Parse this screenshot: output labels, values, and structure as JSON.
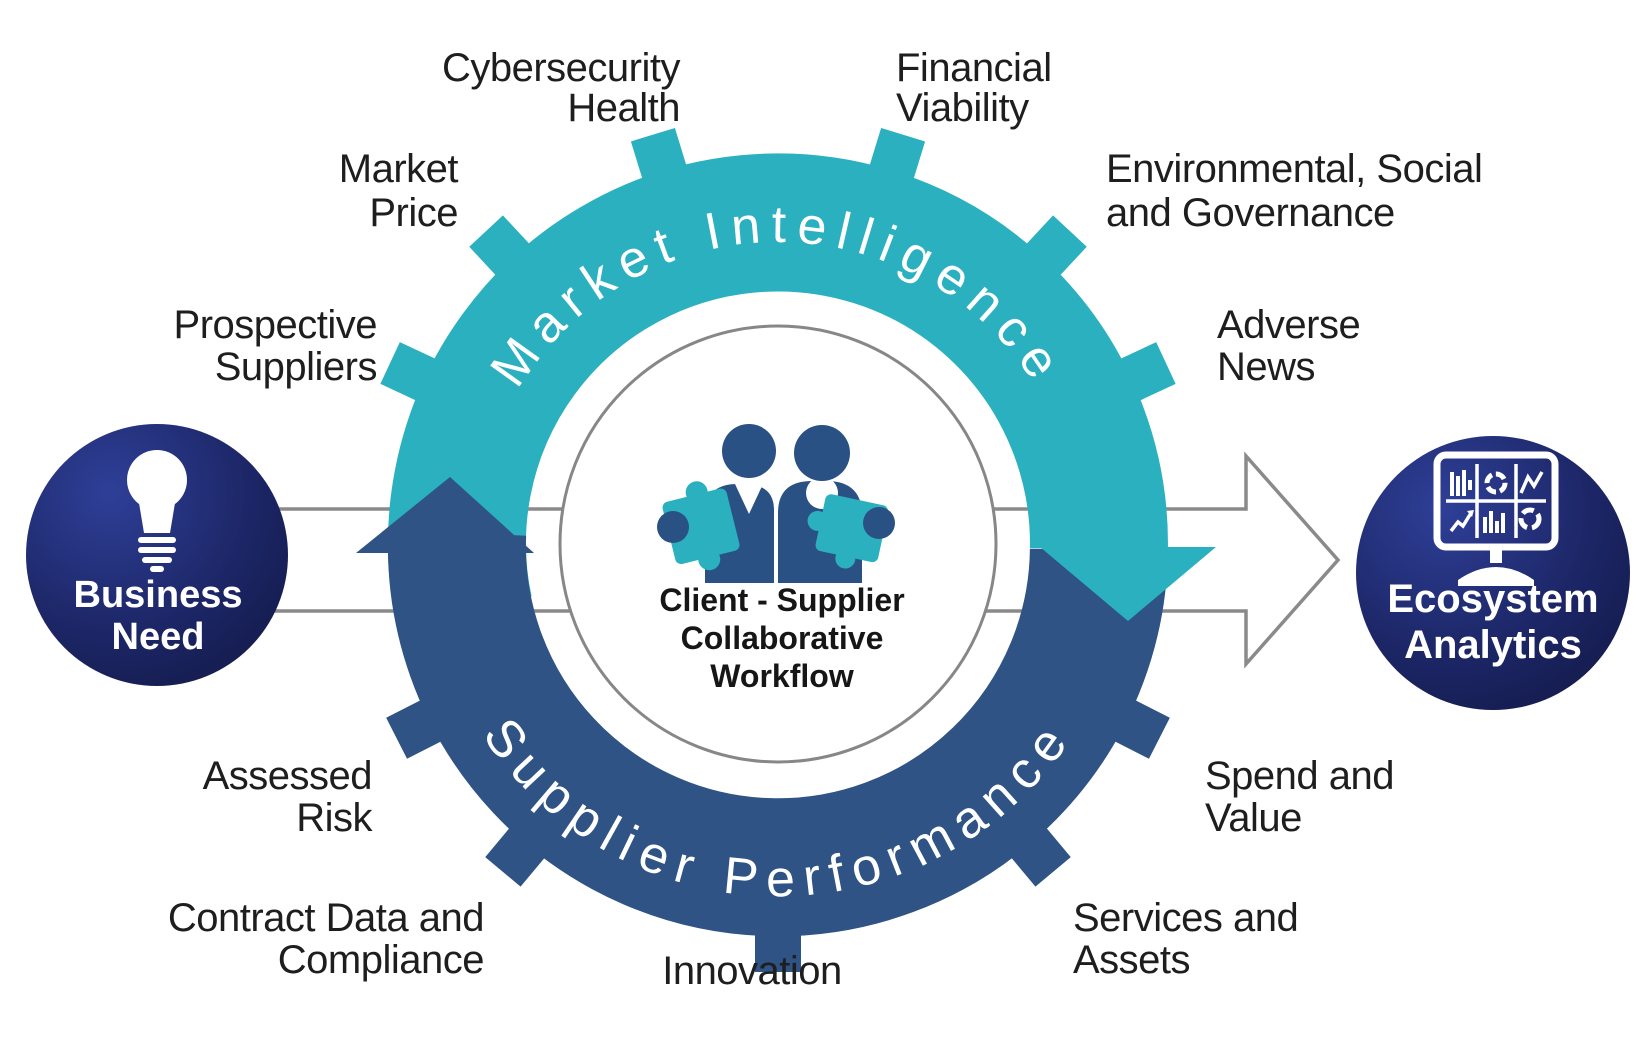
{
  "colors": {
    "teal": "#2BB0BF",
    "band_blue": "#2E5384",
    "navy_gradient_light": "#2B3A8C",
    "navy_gradient_dark": "#131B4D",
    "outline_gray": "#8A8A8A",
    "label_text": "#1E1E1E",
    "white": "#FFFFFF"
  },
  "bands": {
    "top": {
      "label": "Market Intelligence",
      "color": "#2BB0BF"
    },
    "bottom": {
      "label": "Supplier Performance",
      "color": "#2E5384"
    }
  },
  "center": {
    "icon": "people-puzzle-icon",
    "lines": [
      "Client - Supplier",
      "Collaborative",
      "Workflow"
    ]
  },
  "nodes": {
    "left": {
      "icon": "lightbulb-icon",
      "lines": [
        "Business",
        "Need"
      ]
    },
    "right": {
      "icon": "dashboard-monitor-icon",
      "lines": [
        "Ecosystem",
        "Analytics"
      ]
    }
  },
  "labels": {
    "cybersecurity": {
      "lines": [
        "Cybersecurity",
        "Health"
      ]
    },
    "financial": {
      "lines": [
        "Financial",
        "Viability"
      ]
    },
    "market_price": {
      "lines": [
        "Market",
        "Price"
      ]
    },
    "esg": {
      "lines": [
        "Environmental, Social",
        "and Governance"
      ]
    },
    "prospective": {
      "lines": [
        "Prospective",
        "Suppliers"
      ]
    },
    "adverse": {
      "lines": [
        "Adverse",
        "News"
      ]
    },
    "assessed": {
      "lines": [
        "Assessed",
        "Risk"
      ]
    },
    "spend": {
      "lines": [
        "Spend and",
        "Value"
      ]
    },
    "contract": {
      "lines": [
        "Contract Data and",
        "Compliance"
      ]
    },
    "services": {
      "lines": [
        "Services and",
        "Assets"
      ]
    },
    "innovation": {
      "lines": [
        "Innovation"
      ]
    }
  }
}
